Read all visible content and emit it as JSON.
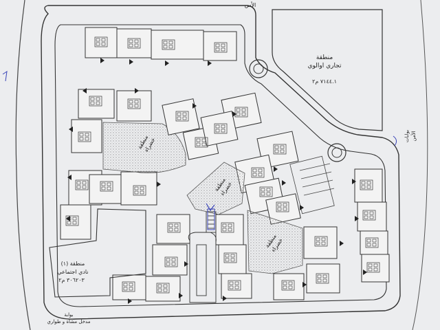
{
  "labels": {
    "street_top": "الأس",
    "commercial_name": "منطقة",
    "commercial_sub": "تجاري اوالوي",
    "commercial_area": "٧١٤٤.١ م٢",
    "green_label_1": "منطقة",
    "green_label_1b": "خضراء",
    "green_label_2": "منطقة",
    "green_label_2b": "خضراء",
    "green_label_3": "منطقة",
    "green_label_3b": "خضراء",
    "club_label": "منطقة (١)",
    "club_sub": "نادي اجتماعي",
    "club_area": "٣٠٦٢٠٣ م٢",
    "gates": "بوابات",
    "gates_sub": "الأمن",
    "bottom_note": "مدخل مشاة و طواري",
    "bottom_note2": "بوابة"
  },
  "colors": {
    "paper": "#ecedef",
    "ink": "#2b2b2b",
    "blue_pen": "#3a44b8",
    "hatch": "#c9c9c9"
  }
}
